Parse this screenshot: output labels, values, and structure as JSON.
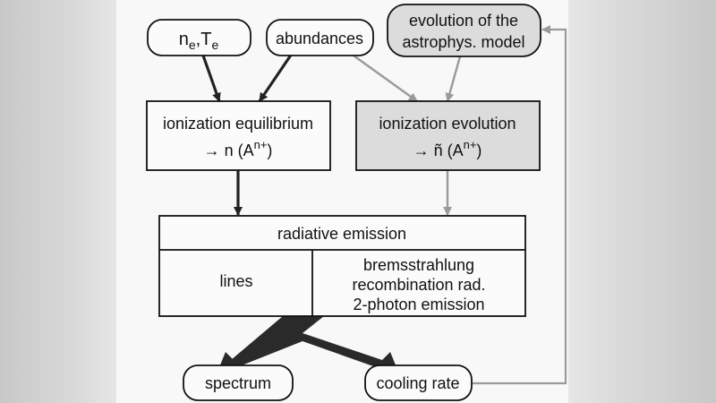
{
  "nodes": {
    "ne_te": {
      "n": "n",
      "n_sub": "e",
      "sep": ",T",
      "t_sub": "e"
    },
    "abundances": "abundances",
    "astro_model": {
      "line1": "evolution of the",
      "line2": "astrophys. model"
    },
    "ion_eq": {
      "line1": "ionization equilibrium",
      "line2_prefix": "→  n (A",
      "sup": "n+",
      "suffix": ")"
    },
    "ion_ev": {
      "line1": "ionization evolution",
      "line2_prefix": "→  ñ (A",
      "sup": "n+",
      "suffix": ")"
    },
    "radiative": {
      "title": "radiative emission",
      "lines": "lines",
      "continuum": [
        "bremsstrahlung",
        "recombination rad.",
        "2-photon emission"
      ]
    },
    "spectrum": "spectrum",
    "cooling_rate": "cooling rate"
  },
  "colors": {
    "shaded_box": "#dcdcdc",
    "black_arrow": "#222222",
    "gray_arrow": "#9a9a9a"
  }
}
